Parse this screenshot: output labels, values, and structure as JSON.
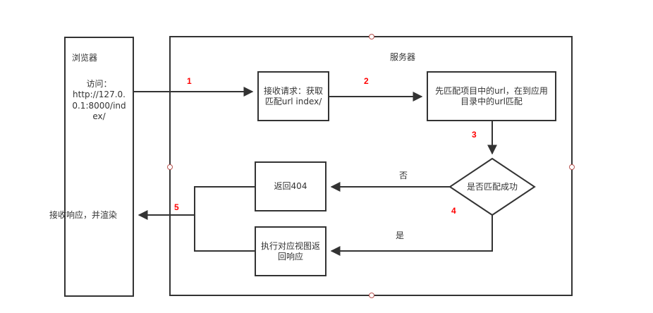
{
  "colors": {
    "stroke": "#333333",
    "step_number": "#ff0000",
    "connection_point": "#b85450",
    "background": "#ffffff"
  },
  "browser": {
    "title": "浏览器",
    "visit_label": "访问：",
    "url_lines": [
      "http://127.0.",
      "0.1:8000/ind",
      "ex/"
    ],
    "render_label": "接收响应，并渲染"
  },
  "server": {
    "title": "服务器",
    "receive_box": "接收请求：获取匹配url index/",
    "match_box": "先匹配项目中的url，在到应用目录中的url匹配",
    "decision": "是否匹配成功",
    "no_label": "否",
    "yes_label": "是",
    "return_404": "返回404",
    "execute_view": "执行对应视图返回响应"
  },
  "steps": [
    "1",
    "2",
    "3",
    "4",
    "5"
  ]
}
